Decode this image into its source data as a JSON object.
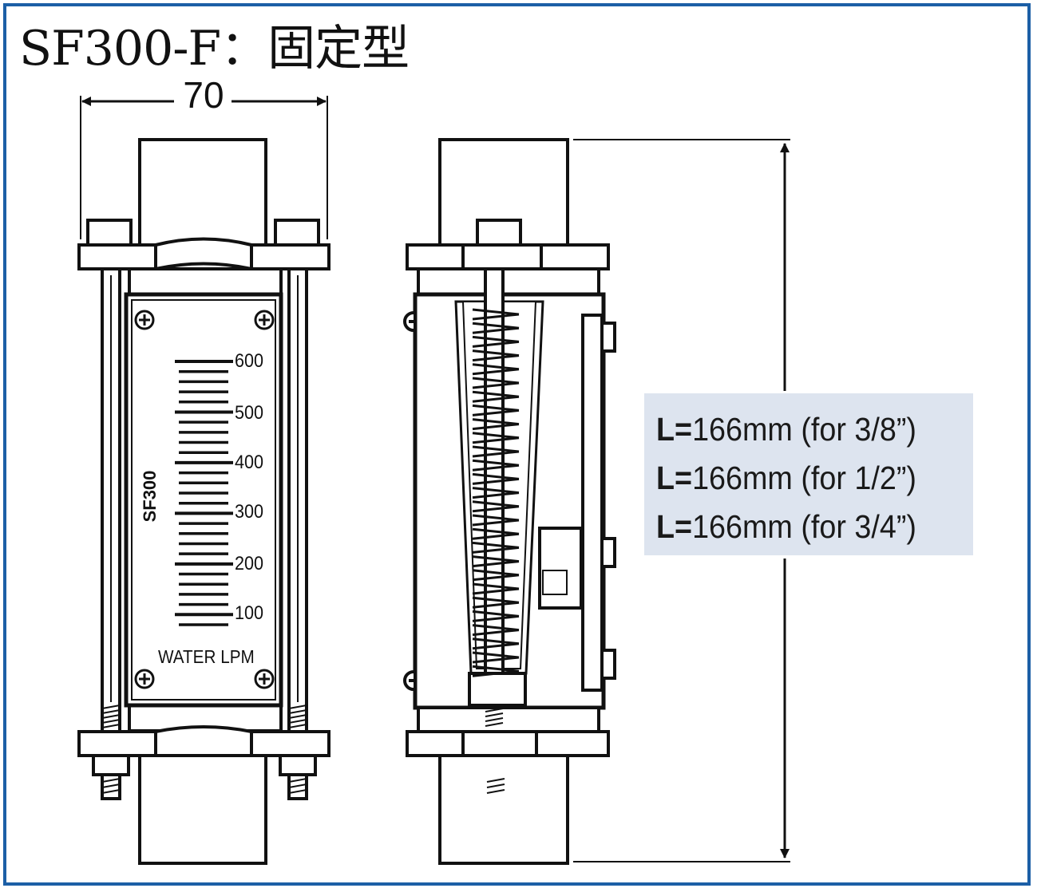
{
  "title": "SF300-F：固定型",
  "dimensions": {
    "width": "70",
    "lengths": [
      {
        "prefix": "L=",
        "value": "166mm (for 3/8”)"
      },
      {
        "prefix": "L=",
        "value": "166mm (for 1/2”)"
      },
      {
        "prefix": "L=",
        "value": "166mm (for 3/4”)"
      }
    ]
  },
  "scale": {
    "model": "SF300",
    "labels": [
      "600",
      "500",
      "400",
      "300",
      "200",
      "100"
    ],
    "unit": "WATER LPM"
  },
  "colors": {
    "frame": "#1c5fa6",
    "lbox": "#dde4ef",
    "ink": "#111111"
  }
}
